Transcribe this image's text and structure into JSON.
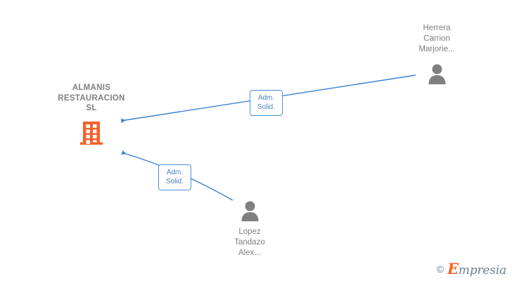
{
  "diagram": {
    "background_color": "#ffffff",
    "company": {
      "name": "ALMANIS\nRESTAURACION\nSL",
      "icon": "building-icon",
      "icon_color": "#f4622c",
      "text_color": "#808080"
    },
    "people": [
      {
        "id": "herrera",
        "name": "Herrera\nCarrion\nMarjorie...",
        "icon": "person-icon",
        "icon_color": "#808080",
        "label_position": "above"
      },
      {
        "id": "lopez",
        "name": "Lopez\nTandazo\nAlex...",
        "icon": "person-icon",
        "icon_color": "#808080",
        "label_position": "below"
      }
    ],
    "relations": [
      {
        "id": "rel-1",
        "label": "Adm.\nSolid.",
        "from": "herrera",
        "to": "company",
        "color": "#4a8fd4"
      },
      {
        "id": "rel-2",
        "label": "Adm.\nSolid.",
        "from": "lopez",
        "to": "company",
        "color": "#4a8fd4"
      }
    ]
  },
  "footer": {
    "copyright_symbol": "©",
    "brand_initial": "E",
    "brand_rest": "mpresia",
    "brand_accent_color": "#f26522",
    "brand_text_color": "#6d7f95"
  }
}
